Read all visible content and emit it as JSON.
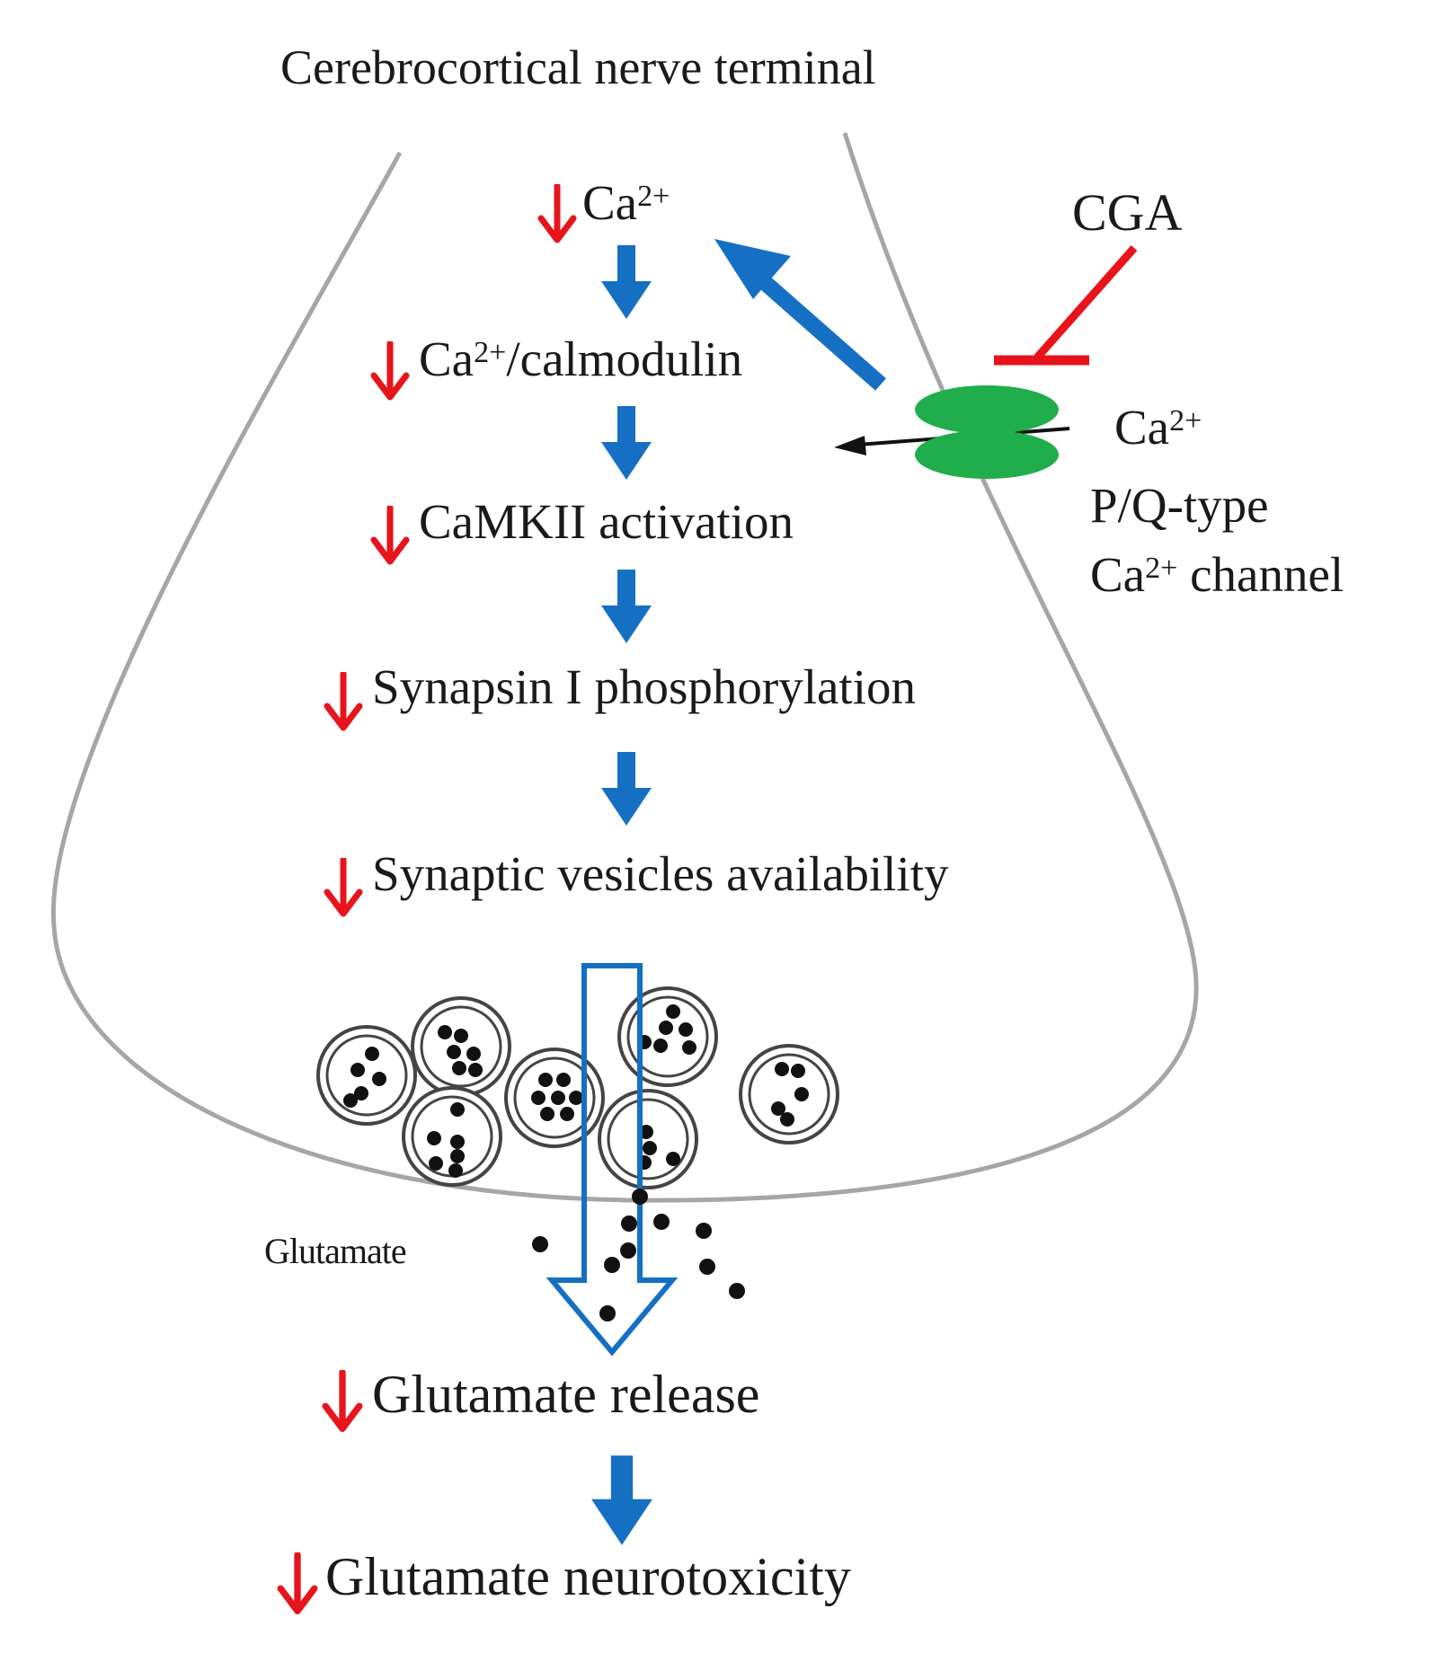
{
  "title": "Cerebrocortical nerve terminal",
  "cascade": [
    {
      "id": "ca",
      "text": "Ca",
      "sup": "2+",
      "after": ""
    },
    {
      "id": "calmodulin",
      "text": "Ca",
      "sup": "2+",
      "after": "/calmodulin"
    },
    {
      "id": "camkii",
      "text": "CaMKII activation",
      "sup": "",
      "after": ""
    },
    {
      "id": "synapsin",
      "text": "Synapsin I phosphorylation",
      "sup": "",
      "after": ""
    },
    {
      "id": "vesicles",
      "text": "Synaptic vesicles availability",
      "sup": "",
      "after": ""
    }
  ],
  "inhibitor": "CGA",
  "channel": {
    "ion_text": "Ca",
    "ion_sup": "2+",
    "type_line1": "P/Q-type",
    "type_line2_text": "Ca",
    "type_line2_sup": "2+",
    "type_line2_after": " channel"
  },
  "glutamate_label": "Glutamate",
  "outcomes": [
    {
      "id": "release",
      "text": "Glutamate release"
    },
    {
      "id": "neurotoxicity",
      "text": "Glutamate neurotoxicity"
    }
  ],
  "colors": {
    "decrease_arrow": "#e8141b",
    "flow_arrow": "#1570c4",
    "channel": "#1fae4b",
    "inhibition": "#e8141b",
    "membrane": "#a6a6a6",
    "vesicle": "#444444",
    "glutamate": "#111111"
  },
  "icons": [
    "down-arrow-red-icon",
    "down-arrow-blue-icon",
    "inhibition-bar-icon",
    "calcium-channel-icon",
    "vesicle-icon"
  ]
}
